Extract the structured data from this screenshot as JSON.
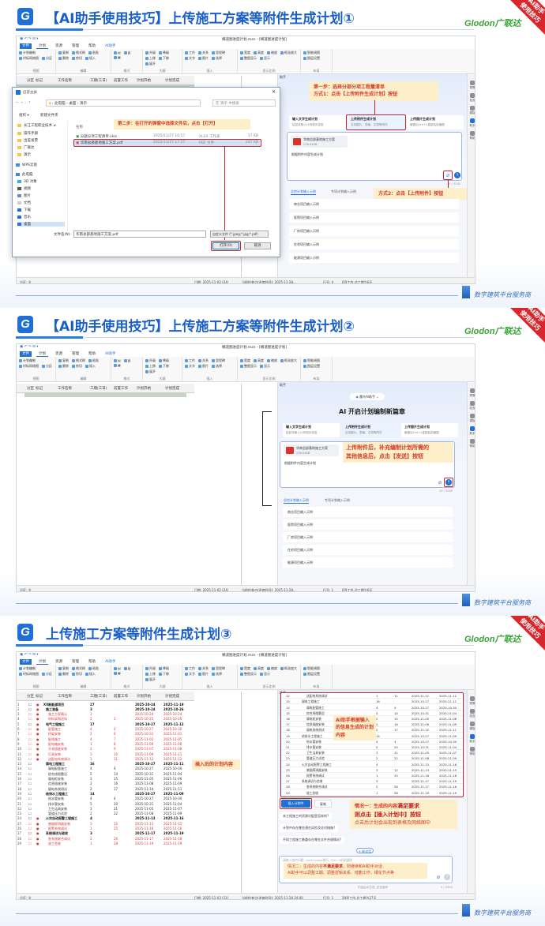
{
  "brand": {
    "logo_letter": "G",
    "company": "Glodon广联达",
    "ribbon_line1": "AI助手",
    "ribbon_line2": "使用技巧",
    "tagline": "数字建筑平台服务商"
  },
  "sections": [
    {
      "title": "【AI助手使用技巧】上传施工方案等附件生成计划①"
    },
    {
      "title": "【AI助手使用技巧】上传施工方案等附件生成计划②"
    },
    {
      "title": "上传施工方案等附件生成计划③"
    }
  ],
  "app": {
    "window_title": "横道图进度计划.mzn - [横道图进度计划]",
    "quick_access": "▣ ↶ ↷ ⊟ ▾",
    "tabs": [
      "文件",
      "计划",
      "资源",
      "管理",
      "帮助",
      "AI助手"
    ],
    "ribbon": [
      {
        "label": "视图",
        "buttons": [
          "计划编制",
          "时标网络图",
          "分区"
        ]
      },
      {
        "label": "编辑",
        "buttons": [
          "复制",
          "格式刷",
          "粘贴",
          "删除",
          "剪切",
          "插入"
        ]
      },
      {
        "label": "格式",
        "buttons": [
          "▤",
          "▥",
          "▦"
        ]
      },
      {
        "label": "大纲",
        "buttons": [
          "升级",
          "降级",
          "上移",
          "下移",
          "展开"
        ]
      },
      {
        "label": "插入",
        "buttons": [
          "工作",
          "关系",
          "里程碑",
          "文字",
          "图片",
          "选择"
        ]
      },
      {
        "label": "显示比例",
        "buttons": [
          "宽度",
          "高度",
          "缩放",
          "框选放大",
          "整图显示",
          "显示"
        ]
      },
      {
        "label": "布局",
        "buttons": [
          "智能调图",
          "图层设置"
        ]
      }
    ],
    "columns": [
      "分区",
      "标记",
      "工作名称",
      "工期(工日)",
      "前置工作",
      "计划开始",
      "计划完成"
    ],
    "side_items": [
      "预警",
      "检查",
      "模板",
      "助手",
      "帮助"
    ],
    "panel_header": "助手"
  },
  "status": [
    {
      "zone": "分区: 全",
      "date": "日期: 2025-11-02 (24)",
      "checkpoint": "当前检查点(进度时间): 2025-11-28...",
      "row": "行号: 4",
      "summary": "0项工作,总工期为0天"
    },
    {
      "zone": "分区: 全",
      "date": "日期: 2025-11-02 (24)",
      "checkpoint": "当前检查点(进度时间): 2025-11-28...",
      "row": "行号: 1",
      "summary": "0项工作,总工期为0天"
    },
    {
      "zone": "分区: 全",
      "date": "日期: 2025-11-03 (11)",
      "checkpoint": "当前检查点(进度时间): 2025-11-28 24:00",
      "row": "行号: 1",
      "summary": "29项工作,总工期为27天"
    }
  ],
  "ai": {
    "assistant_name": "晨鸟AI助手",
    "headline": "AI 开启计划编制新篇章",
    "cards": [
      {
        "title": "输入文字生成计划",
        "sub": "粘贴或输入计划相关信息"
      },
      {
        "title": "上传附件生成计划",
        "sub": "支持图片、表格、文档等附件"
      },
      {
        "title": "上传图片生成计划",
        "sub": "截图后Ctrl+v直接粘贴截图"
      }
    ],
    "attachment": {
      "name": "华南总部基地施工方案",
      "size": "236.04KB"
    },
    "prompt": "根据附件内容生成计划",
    "counter": "10 / 5000",
    "example_tabs": [
      "总控计划输入示例",
      "专项计划输入示例"
    ],
    "examples": [
      "商业项目输入示例",
      "医院项目输入示例",
      "厂房项目输入示例",
      "住宅项目输入示例",
      "能源项目输入示例"
    ],
    "insert_button": "插入计划中",
    "copy_button": "复制",
    "suggestions": [
      "本工程施工的资源分配是怎样的?",
      "计划中存在哪些潜在风险及应对措施?",
      "不同工程施工着重存在哪些文件合规情况?"
    ],
    "new_chat": "+ 新对话",
    "input_placeholder": "请输入你的问题, shift+enter换行, Ctrl+V粘贴截图",
    "disclaimer": "内容由AI生成, 仅供参考",
    "counter_empty": "0 / 5000"
  },
  "dialog": {
    "title": "打开文件",
    "path": [
      "此电脑",
      "桌面",
      "演示"
    ],
    "search_placeholder": "在 演示 中搜索",
    "organize": "组织 ▾",
    "new_folder": "新建文件夹",
    "nav": [
      "长江工程职业技术 ≠",
      "操作手册",
      "出差发票",
      "广联达",
      "演示",
      "WPS云盘",
      "此电脑",
      "3D 对象",
      "视频",
      "图片",
      "文档",
      "下载",
      "音乐",
      "桌面"
    ],
    "col_name": "名称",
    "files": [
      {
        "name": "分部分项工程清单.xlsx",
        "date": "2025/11/27 16:57",
        "type": "XLSX 工作表",
        "size": "17 KB"
      },
      {
        "name": "华南总部基地施工方案.pdf",
        "date": "2025/11/27 17:27",
        "type": "PDF 文件",
        "size": "237 KB"
      }
    ],
    "filename_label": "文件名(N):",
    "filename_value": "华南总部基地施工方案.pdf",
    "filter": "自定义文件 (*.jpeg;*.jpg;*.pdf;",
    "open": "打开(O)",
    "cancel": "取消"
  },
  "callouts": {
    "step1_line1": "第一步：选择分部分项工程量清单",
    "step1_line2": "方式1：点击【上传附件生成计划】按钮",
    "step2": "第二步：在打开的弹窗中选择文件后，点击【打开】",
    "way2": "方式2：点击【上传附件】按钮",
    "after_upload_line1": "上传附件后，补充编制计划所需的",
    "after_upload_line2": "其他信息后，点击【发送】按钮",
    "generated": "AI助手根据输入的信息生成的计划内容",
    "inserted": "插入后的计划内容",
    "case1_line1_a": "情况一：生成的内容",
    "case1_line1_b": "满足要求",
    "case1_line2": "则点击【插入计划中】按钮",
    "case1_line3": "点击后计划会出现到表格及网络图中",
    "case2_line1_a": "情况二：生成的内容",
    "case2_line1_b": "不满足要求",
    "case2_line1_c": "，则继续和AI助手对话",
    "case2_line2": "AI助手可以调整工期、调整逻辑关系、增删工作、细化节点等"
  },
  "plan_rows": [
    {
      "no": "1",
      "name": "XX新能源项目",
      "dur": "27",
      "pred": "",
      "start": "2025-10-24",
      "end": "2025-11-19",
      "level": 0,
      "kind": "sum",
      "mark": true
    },
    {
      "no": "2",
      "name": "施工准备",
      "dur": "3",
      "pred": "",
      "start": "2025-10-24",
      "end": "2025-10-26",
      "level": 1,
      "kind": "sum",
      "mark": true
    },
    {
      "no": "3",
      "name": "施工方案确认",
      "dur": "1",
      "pred": "",
      "start": "2025-10-24",
      "end": "2025-10-24",
      "level": 2,
      "kind": "red",
      "mark": true
    },
    {
      "no": "4",
      "name": "材料采购进场",
      "dur": "2",
      "pred": "3",
      "start": "2025-10-25",
      "end": "2025-10-26",
      "level": 2,
      "kind": "red",
      "mark": true
    },
    {
      "no": "5",
      "name": "电气工程施工",
      "dur": "17",
      "pred": "",
      "start": "2025-10-27",
      "end": "2025-11-12",
      "level": 1,
      "kind": "sum",
      "mark": true
    },
    {
      "no": "6",
      "name": "配管施工",
      "dur": "4",
      "pred": "4",
      "start": "2025-10-27",
      "end": "2025-10-30",
      "level": 2,
      "kind": "red",
      "mark": true
    },
    {
      "no": "7",
      "name": "桥架安装",
      "dur": "2",
      "pred": "6",
      "start": "2025-10-31",
      "end": "2025-11-01",
      "level": 2,
      "kind": "red",
      "mark": true
    },
    {
      "no": "8",
      "name": "配线施工",
      "dur": "4",
      "pred": "7",
      "start": "2025-11-02",
      "end": "2025-11-05",
      "level": 2,
      "kind": "red",
      "mark": true
    },
    {
      "no": "9",
      "name": "配电箱安装",
      "dur": "1",
      "pred": "8",
      "start": "2025-11-06",
      "end": "2025-11-06",
      "level": 2,
      "kind": "red",
      "mark": true
    },
    {
      "no": "10",
      "name": "开关插座安装",
      "dur": "2",
      "pred": "9",
      "start": "2025-11-07",
      "end": "2025-11-08",
      "level": 2,
      "kind": "red",
      "mark": true
    },
    {
      "no": "11",
      "name": "灯具安装",
      "dur": "3",
      "pred": "10",
      "start": "2025-11-09",
      "end": "2025-11-11",
      "level": 2,
      "kind": "red",
      "mark": true
    },
    {
      "no": "12",
      "name": "送配电系统调试",
      "dur": "1",
      "pred": "11",
      "start": "2025-11-12",
      "end": "2025-11-12",
      "level": 2,
      "kind": "red",
      "mark": true
    },
    {
      "no": "13",
      "name": "弱电工程施工",
      "dur": "16",
      "pred": "",
      "start": "2025-10-27",
      "end": "2025-11-11",
      "level": 1,
      "kind": "sum",
      "mark": false
    },
    {
      "no": "14",
      "name": "弱电配管施工",
      "dur": "4",
      "pred": "4",
      "start": "2025-10-27",
      "end": "2025-10-30",
      "level": 2,
      "kind": "norm",
      "mark": false
    },
    {
      "no": "15",
      "name": "综合线缆敷设",
      "dur": "5",
      "pred": "14",
      "start": "2025-10-31",
      "end": "2025-11-04",
      "level": 2,
      "kind": "norm",
      "mark": false
    },
    {
      "no": "16",
      "name": "弱电柜安装",
      "dur": "2",
      "pred": "15",
      "start": "2025-11-05",
      "end": "2025-11-06",
      "level": 2,
      "kind": "norm",
      "mark": false
    },
    {
      "no": "17",
      "name": "信息插座安装",
      "dur": "2",
      "pred": "16",
      "start": "2025-11-08",
      "end": "2025-11-09",
      "level": 2,
      "kind": "norm",
      "mark": false
    },
    {
      "no": "18",
      "name": "弱电系统测试",
      "dur": "2",
      "pred": "17",
      "start": "2025-11-10",
      "end": "2025-11-11",
      "level": 2,
      "kind": "norm",
      "mark": false
    },
    {
      "no": "19",
      "name": "给排水工程施工",
      "dur": "14",
      "pred": "",
      "start": "2025-10-27",
      "end": "2025-11-09",
      "level": 1,
      "kind": "sum",
      "mark": false
    },
    {
      "no": "20",
      "name": "给水管安装",
      "dur": "4",
      "pred": "4",
      "start": "2025-10-27",
      "end": "2025-10-30",
      "level": 2,
      "kind": "norm",
      "mark": false
    },
    {
      "no": "21",
      "name": "排水管安装",
      "dur": "5",
      "pred": "20",
      "start": "2025-10-31",
      "end": "2025-11-04",
      "level": 2,
      "kind": "norm",
      "mark": false
    },
    {
      "no": "22",
      "name": "卫生洁具安装",
      "dur": "3",
      "pred": "21",
      "start": "2025-11-05",
      "end": "2025-11-07",
      "level": 2,
      "kind": "norm",
      "mark": false
    },
    {
      "no": "23",
      "name": "管道压力试验",
      "dur": "2",
      "pred": "22",
      "start": "2025-11-08",
      "end": "2025-11-09",
      "level": 2,
      "kind": "norm",
      "mark": false
    },
    {
      "no": "24",
      "name": "火灾自动报警工程施工",
      "dur": "4",
      "pred": "",
      "start": "2025-11-13",
      "end": "2025-11-16",
      "level": 1,
      "kind": "sum",
      "mark": true
    },
    {
      "no": "25",
      "name": "感烟探测器安装",
      "dur": "3",
      "pred": "12",
      "start": "2025-11-13",
      "end": "2025-11-15",
      "level": 2,
      "kind": "red",
      "mark": true
    },
    {
      "no": "26",
      "name": "报警系统调试",
      "dur": "1",
      "pred": "25",
      "start": "2025-11-16",
      "end": "2025-11-16",
      "level": 2,
      "kind": "red",
      "mark": true
    },
    {
      "no": "27",
      "name": "系统调试与验收",
      "dur": "3",
      "pred": "",
      "start": "2025-11-17",
      "end": "2025-11-19",
      "level": 1,
      "kind": "sum",
      "mark": true
    },
    {
      "no": "28",
      "name": "各系统联合调试",
      "dur": "2",
      "pred": "26",
      "start": "2025-11-17",
      "end": "2025-11-18",
      "level": 2,
      "kind": "red",
      "mark": true
    },
    {
      "no": "29",
      "name": "竣工验收",
      "dur": "1",
      "pred": "28",
      "start": "2025-11-19",
      "end": "2025-11-19",
      "level": 2,
      "kind": "red",
      "mark": true
    }
  ]
}
